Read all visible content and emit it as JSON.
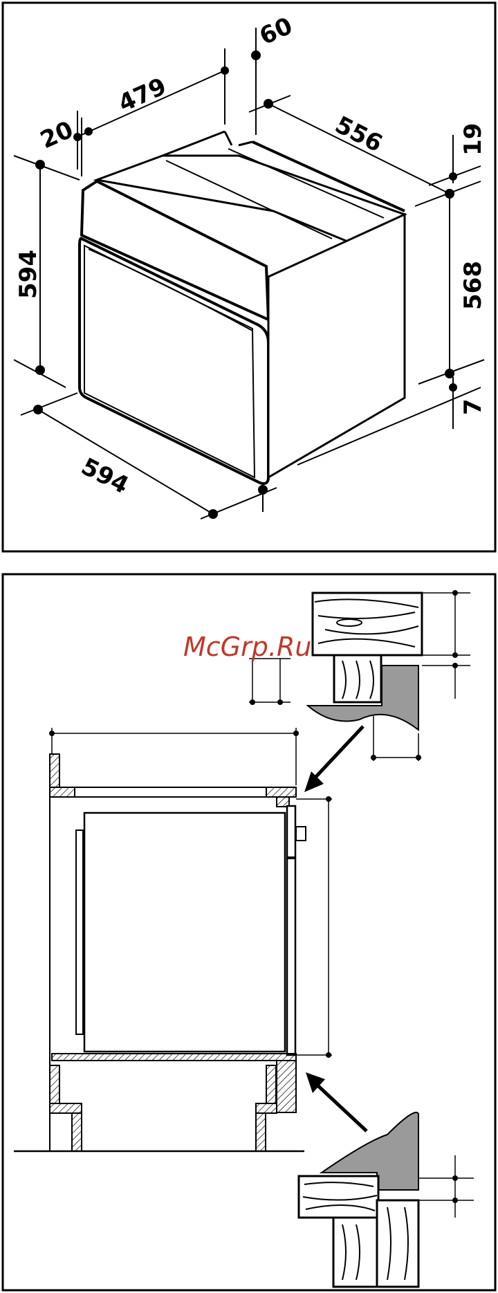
{
  "watermark": "McGrp.Ru",
  "dimensions": {
    "width_front": "594",
    "height_front": "594",
    "depth_top": "479",
    "top_offset": "20",
    "back_offset": "60",
    "depth_side": "556",
    "top_gap": "19",
    "side_height": "568",
    "bottom_gap": "7"
  },
  "colors": {
    "line": "#000000",
    "fill_gray": "#9a9a9a",
    "watermark": "#c0392b"
  }
}
